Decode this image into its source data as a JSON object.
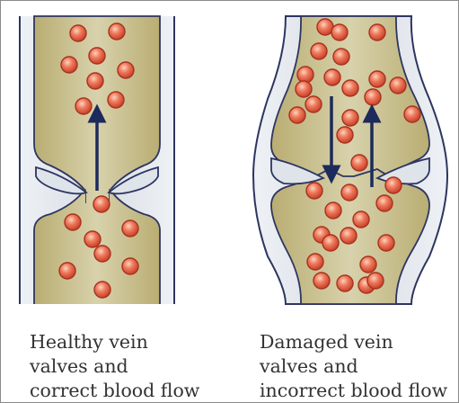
{
  "colors": {
    "border": "#8a8a8a",
    "vein_wall": "#dfe3ea",
    "vein_outline": "#2d3561",
    "blood": "#c7bd86",
    "cell": "#e3573a",
    "arrow": "#1c2a5c"
  },
  "captions": {
    "healthy": [
      "Healthy vein",
      "valves and",
      "correct blood flow"
    ],
    "damaged": [
      "Damaged vein",
      "valves and",
      "incorrect blood flow"
    ]
  }
}
